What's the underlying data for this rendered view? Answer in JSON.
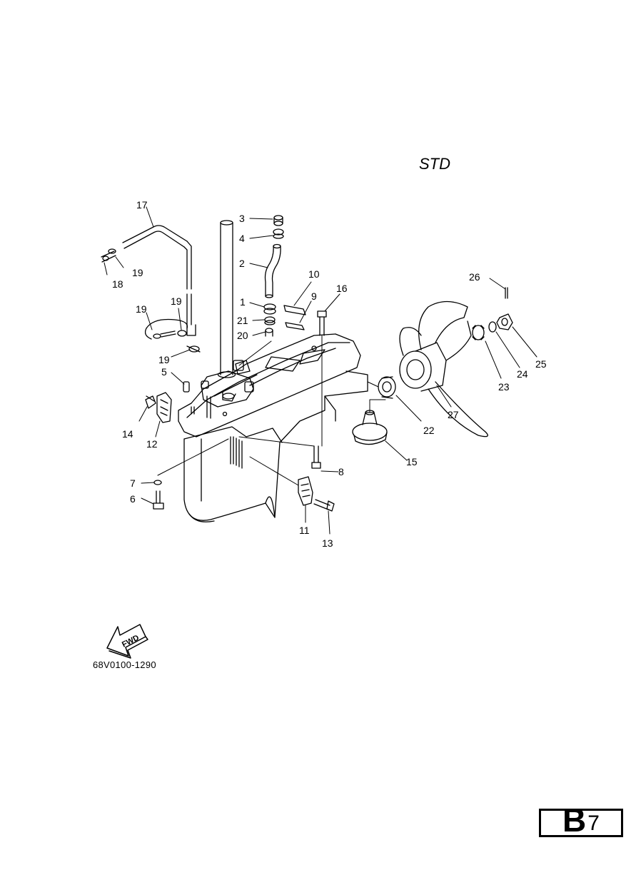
{
  "diagram": {
    "variant_label": "STD",
    "drawing_code": "68V0100-1290",
    "page_letter": "B",
    "page_number": "7",
    "fwd_label": "FWD",
    "callouts": [
      {
        "id": "c3",
        "label": "3"
      },
      {
        "id": "c4",
        "label": "4"
      },
      {
        "id": "c2",
        "label": "2"
      },
      {
        "id": "c1",
        "label": "1"
      },
      {
        "id": "c21",
        "label": "21"
      },
      {
        "id": "c20",
        "label": "20"
      },
      {
        "id": "c10",
        "label": "10"
      },
      {
        "id": "c9",
        "label": "9"
      },
      {
        "id": "c16",
        "label": "16"
      },
      {
        "id": "c17",
        "label": "17"
      },
      {
        "id": "c19a",
        "label": "19"
      },
      {
        "id": "c18",
        "label": "18"
      },
      {
        "id": "c19b",
        "label": "19"
      },
      {
        "id": "c19c",
        "label": "19"
      },
      {
        "id": "c19d",
        "label": "19"
      },
      {
        "id": "c5",
        "label": "5"
      },
      {
        "id": "c14",
        "label": "14"
      },
      {
        "id": "c12",
        "label": "12"
      },
      {
        "id": "c7",
        "label": "7"
      },
      {
        "id": "c6",
        "label": "6"
      },
      {
        "id": "c8",
        "label": "8"
      },
      {
        "id": "c11",
        "label": "11"
      },
      {
        "id": "c13",
        "label": "13"
      },
      {
        "id": "c15",
        "label": "15"
      },
      {
        "id": "c22",
        "label": "22"
      },
      {
        "id": "c27",
        "label": "27"
      },
      {
        "id": "c23",
        "label": "23"
      },
      {
        "id": "c24",
        "label": "24"
      },
      {
        "id": "c25",
        "label": "25"
      },
      {
        "id": "c26",
        "label": "26"
      }
    ]
  }
}
